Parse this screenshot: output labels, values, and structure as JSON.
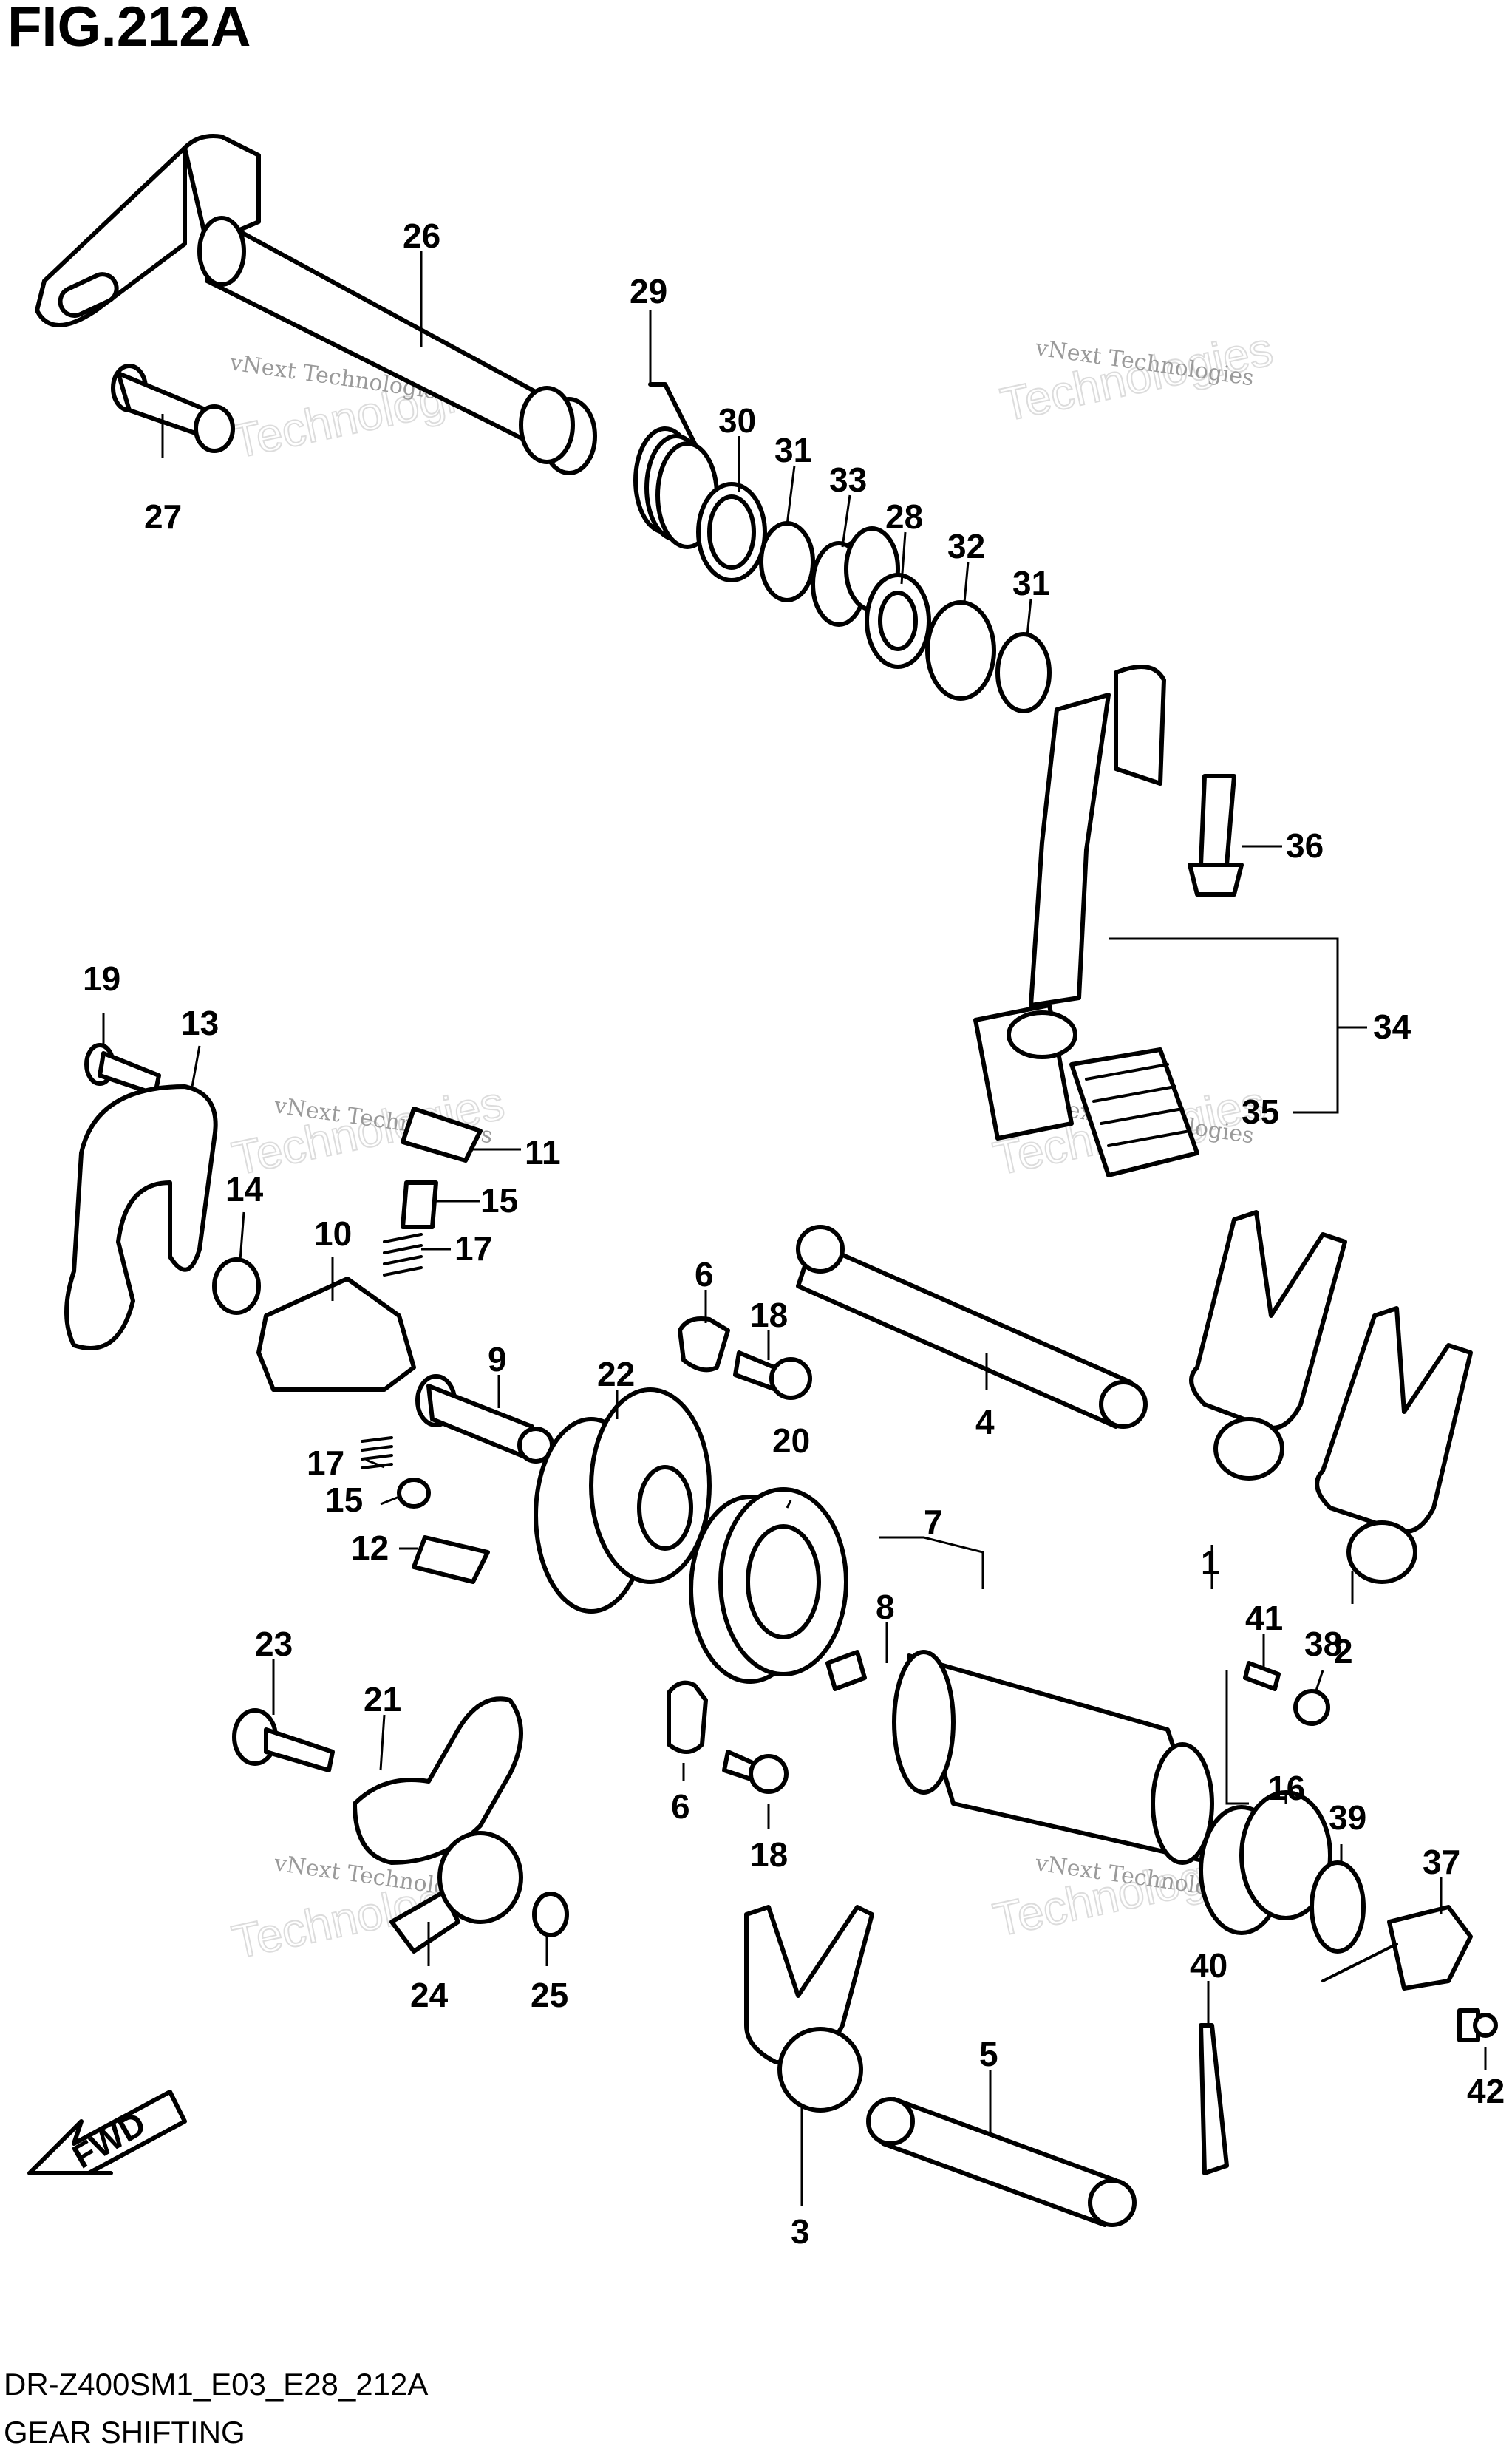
{
  "header": {
    "title": "FIG.212A"
  },
  "footer": {
    "code": "DR-Z400SM1_E03_E28_212A",
    "name": "GEAR SHIFTING"
  },
  "watermark": {
    "line1": "vNext Technologies",
    "line2": "Technologies"
  },
  "fwd_label": "FWD",
  "callouts": [
    "26",
    "29",
    "27",
    "30",
    "31",
    "33",
    "28",
    "32",
    "31",
    "36",
    "34",
    "35",
    "19",
    "13",
    "11",
    "15",
    "14",
    "10",
    "17",
    "6",
    "18",
    "9",
    "22",
    "4",
    "17",
    "15",
    "12",
    "20",
    "7",
    "8",
    "1",
    "41",
    "38",
    "2",
    "23",
    "21",
    "6",
    "18",
    "16",
    "39",
    "37",
    "40",
    "24",
    "25",
    "5",
    "42",
    "3"
  ]
}
